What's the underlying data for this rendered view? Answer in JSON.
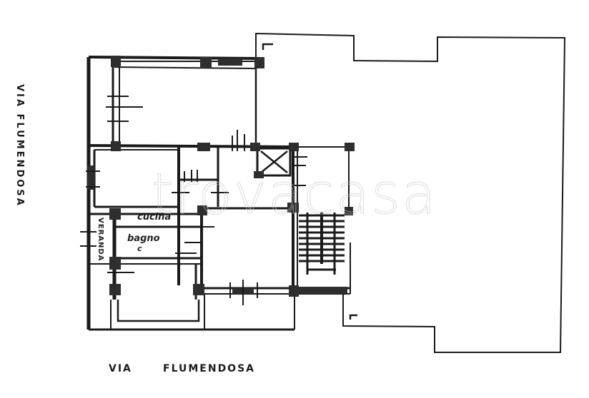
{
  "drawing": {
    "type": "architectural floor plan",
    "background_color": "#ffffff",
    "line_color": "#1a1a1a",
    "wall_fill": "#2e2e2e"
  },
  "streets": {
    "left": "VIA FLUMENDOSA",
    "bottom_via": "VIA",
    "bottom_name": "FLUMENDOSA"
  },
  "rooms": {
    "cucina": "cucina",
    "bagno": "bagno",
    "bagno_suffix": "c",
    "veranda": "VERANDA"
  },
  "watermark": {
    "text": "trovacasa"
  },
  "symbols": {
    "stairs": "stair-flight",
    "shaft": "elevator-shaft-cross",
    "level_marks": [
      "top-left-corner-mark",
      "bottom-left-corner-mark"
    ]
  }
}
